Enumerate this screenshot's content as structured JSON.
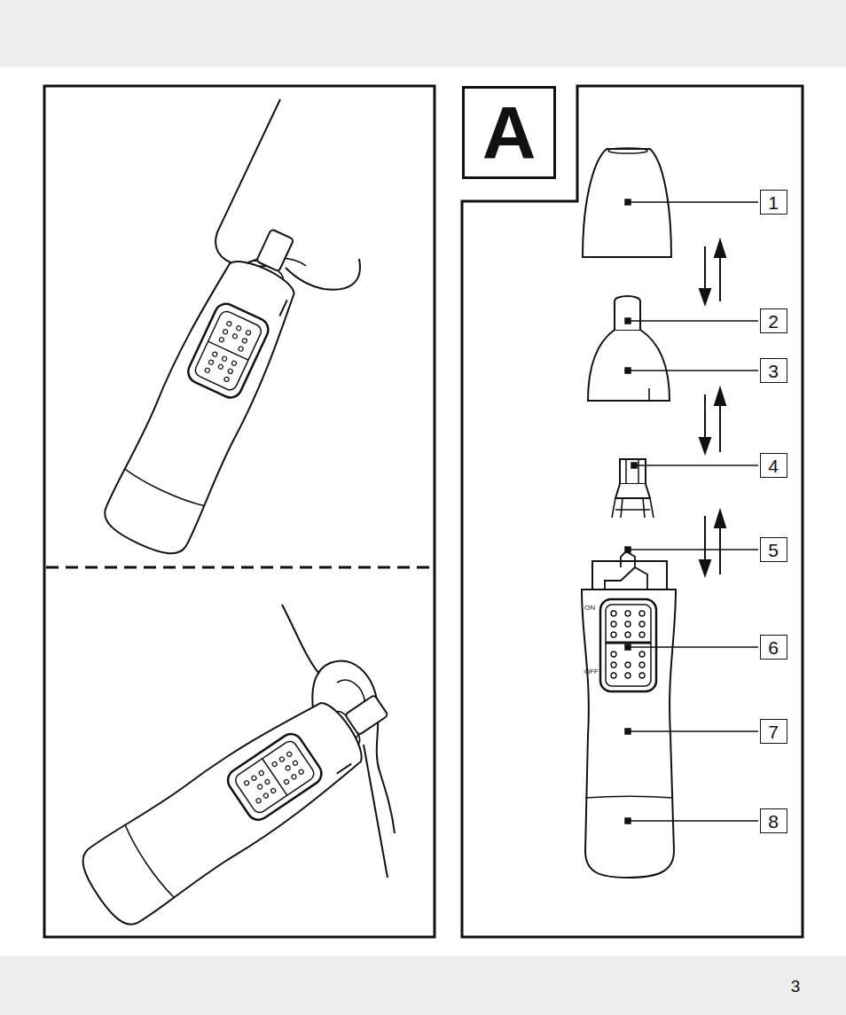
{
  "diagram": {
    "nodes": [
      {
        "text": [
          "A"
        ]
      },
      {
        "text": [
          "1"
        ]
      },
      {
        "text": [
          "2"
        ]
      },
      {
        "text": [
          "3"
        ]
      },
      {
        "text": [
          "4"
        ]
      },
      {
        "text": [
          "5"
        ]
      },
      {
        "text": [
          "6"
        ]
      },
      {
        "text": [
          "7"
        ]
      },
      {
        "text": [
          "8"
        ]
      }
    ],
    "labels": [
      "ON",
      "OFF",
      "3"
    ]
  }
}
